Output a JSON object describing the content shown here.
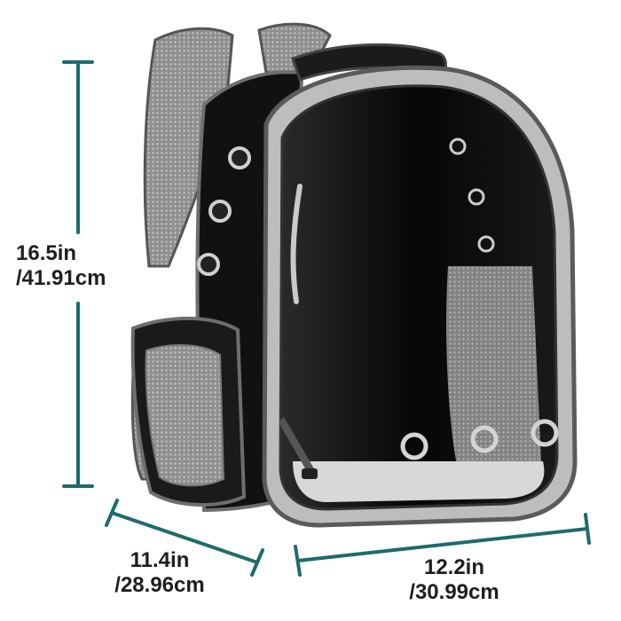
{
  "dimensions": {
    "height": {
      "imperial": "16.5in",
      "metric": "/41.91cm"
    },
    "depth": {
      "imperial": "11.4in",
      "metric": "/28.96cm"
    },
    "width": {
      "imperial": "12.2in",
      "metric": "/30.99cm"
    }
  },
  "colors": {
    "dimension_line": "#1f6b6b",
    "bag_body": "#111111",
    "mesh": "#9a9a9a",
    "trim": "#6e6e6e",
    "bubble_window": "#0a0a0a"
  },
  "icons": {
    "product": "pet-carrier-backpack-icon"
  }
}
